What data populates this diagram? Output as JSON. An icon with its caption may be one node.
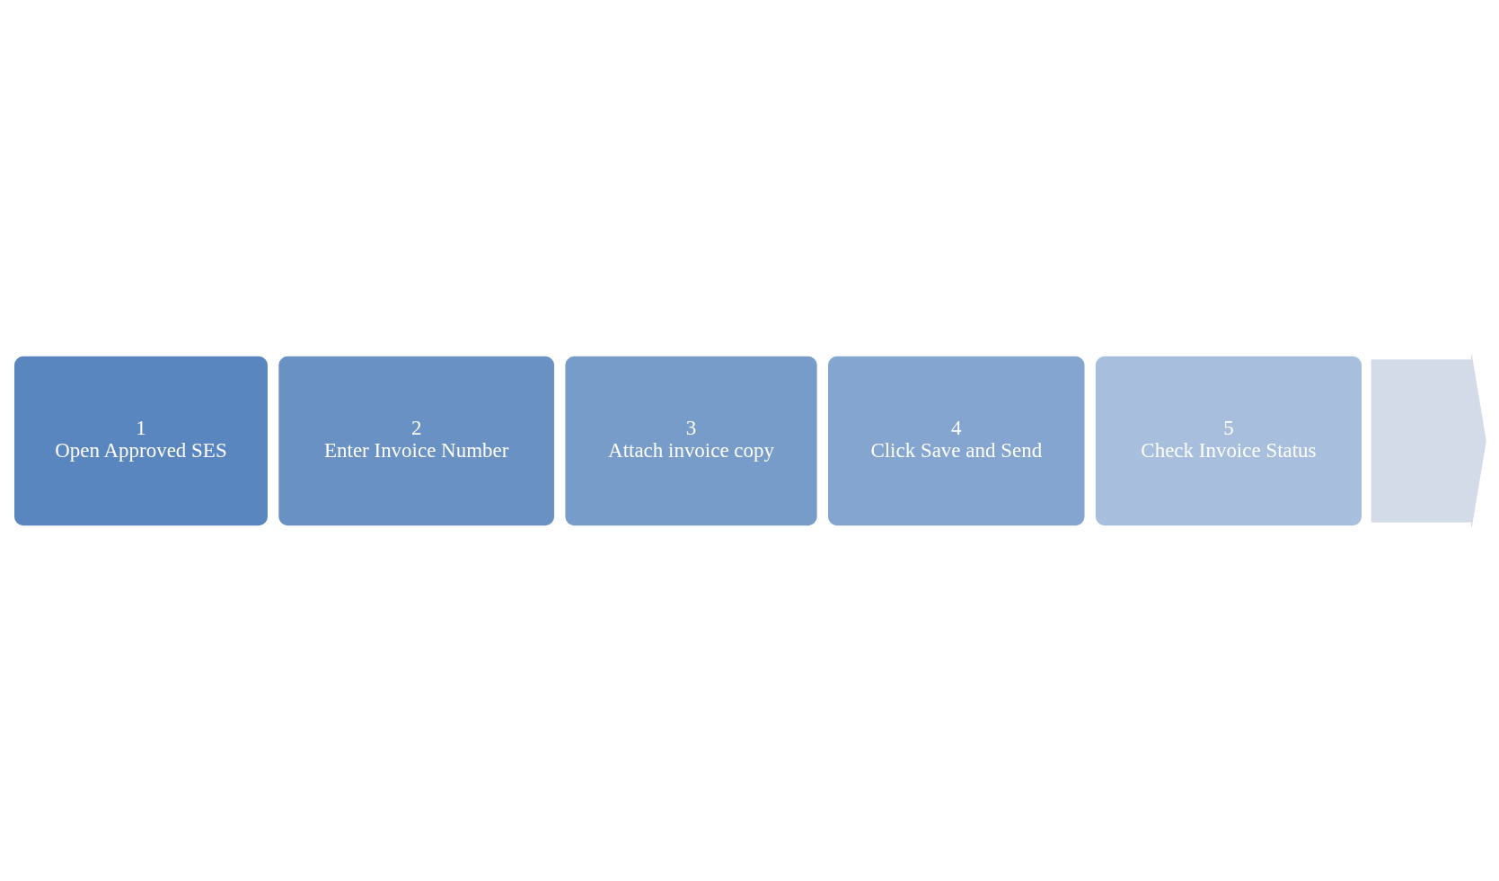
{
  "diagram": {
    "nodes": [
      {
        "text": [
          "1",
          "Open Approved SES"
        ]
      },
      {
        "text": [
          "2",
          "Enter Invoice Number"
        ]
      },
      {
        "text": [
          "3",
          "Attach invoice copy"
        ]
      },
      {
        "text": [
          "4",
          "Click Save and Send"
        ]
      },
      {
        "text": [
          "5",
          "Check Invoice Status"
        ]
      },
      {
        "text": [],
        "shape": "arrow"
      }
    ]
  }
}
